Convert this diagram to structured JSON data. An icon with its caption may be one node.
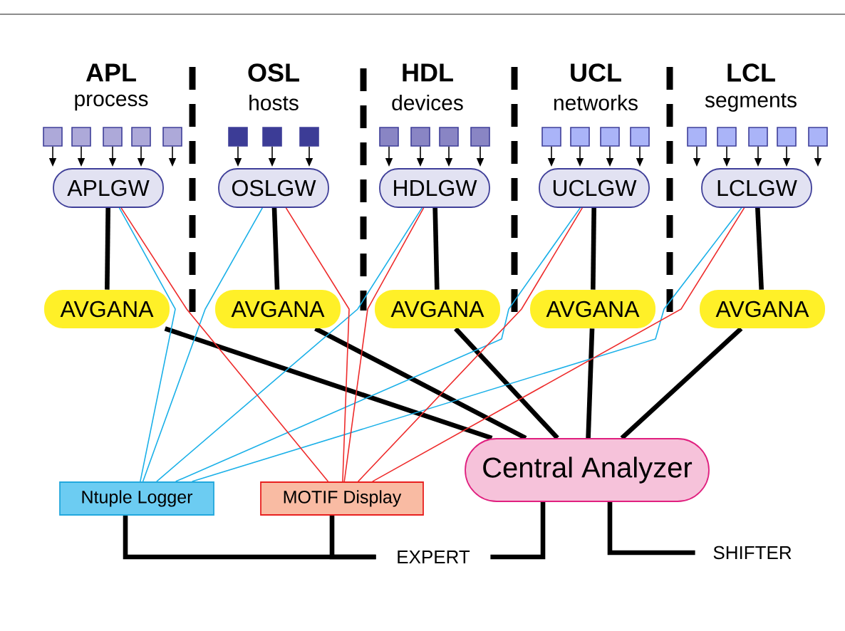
{
  "diagram": {
    "nodes": [
      {
        "text": [],
        "shape": "box"
      },
      {
        "text": [],
        "shape": "box"
      },
      {
        "text": [],
        "shape": "box"
      },
      {
        "text": [],
        "shape": "box"
      },
      {
        "text": [],
        "shape": "box"
      },
      {
        "text": [],
        "shape": "box"
      },
      {
        "text": [],
        "shape": "box"
      },
      {
        "text": [],
        "shape": "box"
      },
      {
        "text": [],
        "shape": "box"
      },
      {
        "text": [],
        "shape": "box"
      },
      {
        "text": [],
        "shape": "box"
      },
      {
        "text": [],
        "shape": "box"
      },
      {
        "text": [],
        "shape": "box"
      },
      {
        "text": [],
        "shape": "box"
      },
      {
        "text": [],
        "shape": "box"
      },
      {
        "text": [],
        "shape": "box"
      },
      {
        "text": [],
        "shape": "box"
      },
      {
        "text": [],
        "shape": "box"
      },
      {
        "text": [],
        "shape": "box"
      },
      {
        "text": [],
        "shape": "box"
      },
      {
        "text": [],
        "shape": "box"
      },
      {
        "text": [
          "APLGW"
        ]
      },
      {
        "text": [
          "OSLGW"
        ]
      },
      {
        "text": [
          "HDLGW"
        ]
      },
      {
        "text": [
          "UCLGW"
        ]
      },
      {
        "text": [
          "LCLGW"
        ]
      },
      {
        "text": [
          "AVGANA"
        ]
      },
      {
        "text": [
          "AVGANA"
        ]
      },
      {
        "text": [
          "AVGANA"
        ]
      },
      {
        "text": [
          "AVGANA"
        ]
      },
      {
        "text": [
          "AVGANA"
        ]
      },
      {
        "text": [
          "Central Analyzer"
        ]
      },
      {
        "text": [
          "Ntuple Logger"
        ]
      },
      {
        "text": [
          "MOTIF Display"
        ]
      },
      {
        "text": [
          "EXPERT"
        ]
      },
      {
        "text": [
          "SHIFTER"
        ]
      }
    ],
    "edges": [
      {
        "from": 0,
        "to": 21,
        "arrow": "to"
      },
      {
        "from": 1,
        "to": 21,
        "arrow": "to"
      },
      {
        "from": 2,
        "to": 21,
        "arrow": "to"
      },
      {
        "from": 3,
        "to": 21,
        "arrow": "to"
      },
      {
        "from": 4,
        "to": 21,
        "arrow": "to"
      },
      {
        "from": 5,
        "to": 22,
        "arrow": "to"
      },
      {
        "from": 6,
        "to": 22,
        "arrow": "to"
      },
      {
        "from": 7,
        "to": 22,
        "arrow": "to"
      },
      {
        "from": 8,
        "to": 23,
        "arrow": "to"
      },
      {
        "from": 9,
        "to": 23,
        "arrow": "to"
      },
      {
        "from": 10,
        "to": 23,
        "arrow": "to"
      },
      {
        "from": 11,
        "to": 23,
        "arrow": "to"
      },
      {
        "from": 12,
        "to": 24,
        "arrow": "to"
      },
      {
        "from": 13,
        "to": 24,
        "arrow": "to"
      },
      {
        "from": 14,
        "to": 24,
        "arrow": "to"
      },
      {
        "from": 15,
        "to": 24,
        "arrow": "to"
      },
      {
        "from": 16,
        "to": 25,
        "arrow": "to"
      },
      {
        "from": 17,
        "to": 25,
        "arrow": "to"
      },
      {
        "from": 18,
        "to": 25,
        "arrow": "to"
      },
      {
        "from": 19,
        "to": 25,
        "arrow": "to"
      },
      {
        "from": 20,
        "to": 25,
        "arrow": "to"
      },
      {
        "from": 21,
        "to": 26,
        "arrow": "none",
        "style": "thick"
      },
      {
        "from": 22,
        "to": 27,
        "arrow": "none",
        "style": "thick"
      },
      {
        "from": 23,
        "to": 28,
        "arrow": "none",
        "style": "thick"
      },
      {
        "from": 24,
        "to": 29,
        "arrow": "none",
        "style": "thick"
      },
      {
        "from": 25,
        "to": 30,
        "arrow": "none",
        "style": "thick"
      },
      {
        "from": 26,
        "to": 31,
        "arrow": "none",
        "style": "thick"
      },
      {
        "from": 27,
        "to": 31,
        "arrow": "none",
        "style": "thick"
      },
      {
        "from": 28,
        "to": 31,
        "arrow": "none",
        "style": "thick"
      },
      {
        "from": 29,
        "to": 31,
        "arrow": "none",
        "style": "thick"
      },
      {
        "from": 30,
        "to": 31,
        "arrow": "none",
        "style": "thick"
      },
      {
        "from": 21,
        "to": 32,
        "arrow": "none",
        "color": "#1ab0e8"
      },
      {
        "from": 22,
        "to": 32,
        "arrow": "none",
        "color": "#1ab0e8"
      },
      {
        "from": 23,
        "to": 32,
        "arrow": "none",
        "color": "#1ab0e8"
      },
      {
        "from": 24,
        "to": 32,
        "arrow": "none",
        "color": "#1ab0e8"
      },
      {
        "from": 25,
        "to": 32,
        "arrow": "none",
        "color": "#1ab0e8"
      },
      {
        "from": 21,
        "to": 33,
        "arrow": "none",
        "color": "#ee2b2b"
      },
      {
        "from": 22,
        "to": 33,
        "arrow": "none",
        "color": "#ee2b2b"
      },
      {
        "from": 23,
        "to": 33,
        "arrow": "none",
        "color": "#ee2b2b"
      },
      {
        "from": 24,
        "to": 33,
        "arrow": "none",
        "color": "#ee2b2b"
      },
      {
        "from": 25,
        "to": 33,
        "arrow": "none",
        "color": "#ee2b2b"
      },
      {
        "from": 32,
        "to": 34,
        "arrow": "none",
        "style": "thick"
      },
      {
        "from": 33,
        "to": 34,
        "arrow": "none",
        "style": "thick"
      },
      {
        "from": 31,
        "to": 34,
        "arrow": "none",
        "style": "thick"
      },
      {
        "from": 31,
        "to": 35,
        "arrow": "none",
        "style": "thick"
      }
    ],
    "labels": [
      "APL",
      "process",
      "OSL",
      "hosts",
      "HDL",
      "devices",
      "UCL",
      "networks",
      "LCL",
      "segments"
    ]
  }
}
